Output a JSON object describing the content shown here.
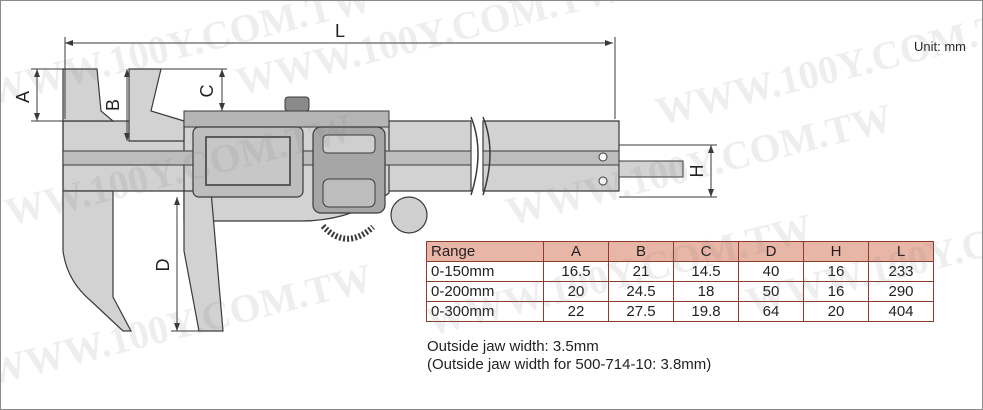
{
  "unit_label": "Unit: mm",
  "dimension_labels": {
    "A": "A",
    "B": "B",
    "C": "C",
    "D": "D",
    "H": "H",
    "L": "L"
  },
  "table": {
    "headers": [
      "Range",
      "A",
      "B",
      "C",
      "D",
      "H",
      "L"
    ],
    "rows": [
      [
        "0-150mm",
        "16.5",
        "21",
        "14.5",
        "40",
        "16",
        "233"
      ],
      [
        "0-200mm",
        "20",
        "24.5",
        "18",
        "50",
        "16",
        "290"
      ],
      [
        "0-300mm",
        "22",
        "27.5",
        "19.8",
        "64",
        "20",
        "404"
      ]
    ]
  },
  "notes": {
    "line1": "Outside jaw width: 3.5mm",
    "line2": "(Outside jaw width for 500-714-10: 3.8mm)"
  },
  "watermark_text": "WWW.100Y.COM.TW",
  "colors": {
    "header_fill": "#e8b6a6",
    "table_border": "#8d3b2e",
    "body_metal": "#d2d2d2",
    "dark_metal": "#a6a6a6",
    "lcd": "#c7c7c7"
  }
}
